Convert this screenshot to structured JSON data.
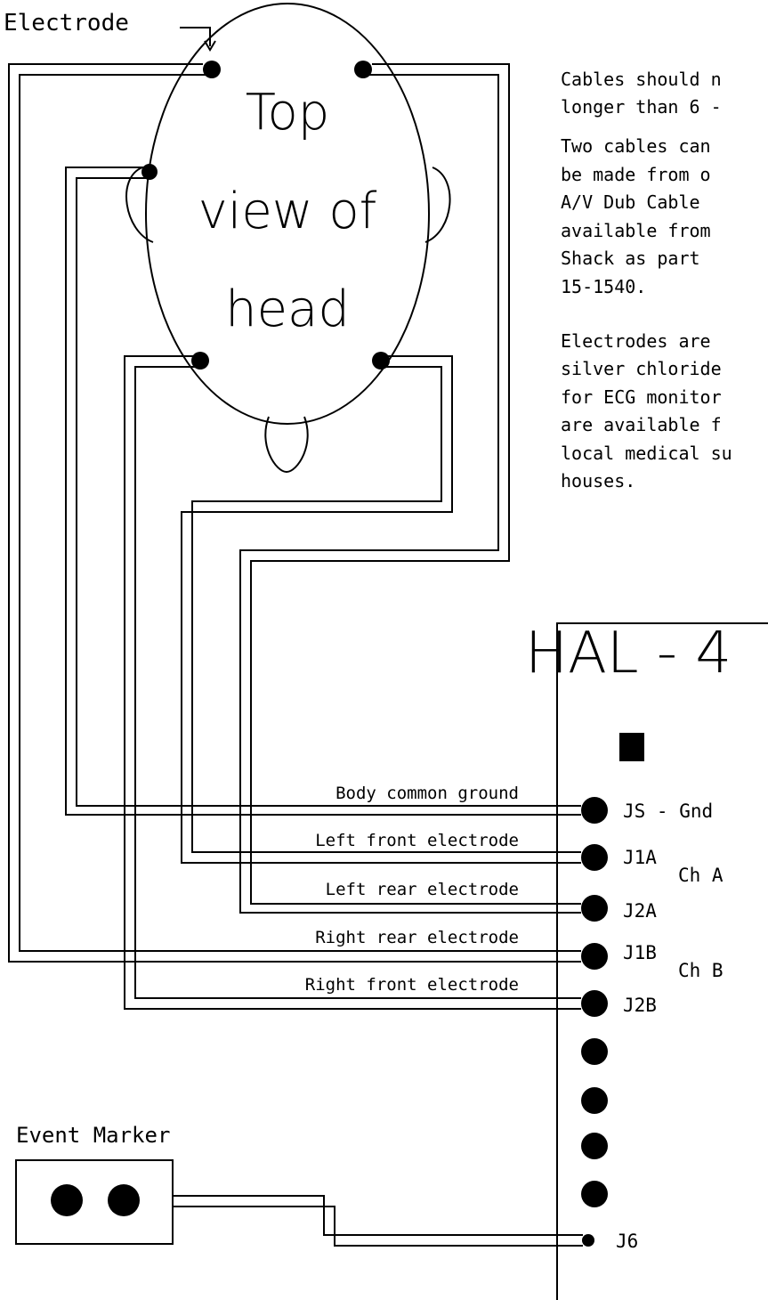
{
  "electrode_label": "Electrode",
  "head": {
    "line1": "Top",
    "line2": "view of",
    "line3": "head"
  },
  "notes": {
    "p1": [
      "Cables should n",
      "longer than 6 -"
    ],
    "p2": [
      "Two cables can",
      "be made from o",
      "A/V Dub Cable",
      "available from",
      "Shack as part",
      "15-1540."
    ],
    "p3": [
      "Electrodes are",
      "silver chloride",
      "for ECG monitor",
      "are available f",
      "local medical su",
      "houses."
    ]
  },
  "device_title": "HAL  -  4",
  "cables": [
    {
      "label": "Body common ground",
      "jack": "JS - Gnd"
    },
    {
      "label": "Left front electrode",
      "jack": "J1A"
    },
    {
      "label": "Left rear electrode",
      "jack": "J2A"
    },
    {
      "label": "Right rear electrode",
      "jack": "J1B"
    },
    {
      "label": "Right front electrode",
      "jack": "J2B"
    }
  ],
  "channels": {
    "a": "Ch A",
    "b": "Ch B"
  },
  "event_marker": {
    "label": "Event Marker",
    "jack": "J6"
  }
}
